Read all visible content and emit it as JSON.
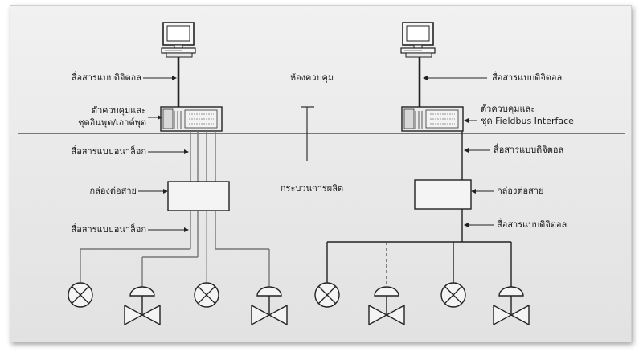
{
  "labels": {
    "left_digital": "สื่อสารแบบดิจิตอล",
    "left_controller_1": "ตัวควบคุมและ",
    "left_controller_2": "ชุดอินพุต/เอาต์พุต",
    "left_analog_top": "สื่อสารแบบอนาล็อก",
    "left_junction": "กล่องต่อสาย",
    "left_analog_bottom": "สื่อสารแบบอนาล็อก",
    "center_control_room": "ห้องควบคุม",
    "center_process": "กระบวนการผลิต",
    "right_digital_top": "สื่อสารแบบดิจิตอล",
    "right_controller_1": "ตัวควบคุมและ",
    "right_controller_2": "ชุด Fieldbus Interface",
    "right_digital_mid": "สื่อสารแบบดิจิตอล",
    "right_junction": "กล่องต่อสาย",
    "right_digital_bottom": "สื่อสารแบบดิจิตอล"
  },
  "colors": {
    "line": "#222222",
    "analog_line": "#8a8a8a",
    "device_fill": "#f4f4f4"
  },
  "icons": {
    "workstation": "computer-monitor-icon",
    "controller": "controller-rack-icon",
    "indicator": "lamp-indicator-icon",
    "valve": "control-valve-icon"
  }
}
